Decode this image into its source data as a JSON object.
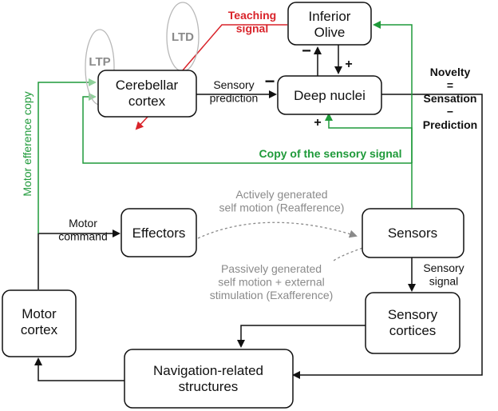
{
  "boxes": {
    "inferior_olive": "Inferior\nOlive",
    "cerebellar_cortex": "Cerebellar\ncortex",
    "deep_nuclei": "Deep nuclei",
    "effectors": "Effectors",
    "sensors": "Sensors",
    "sensory_cortices": "Sensory\ncortices",
    "motor_cortex": "Motor\ncortex",
    "navigation": "Navigation-related\nstructures"
  },
  "ellipses": {
    "ltp": "LTP",
    "ltd": "LTD"
  },
  "labels": {
    "teaching_signal": "Teaching\nsignal",
    "sensory_prediction": "Sensory\nprediction",
    "motor_command": "Motor\ncommand",
    "sensory_signal": "Sensory\nsignal",
    "copy_sensory": "Copy of the sensory signal",
    "motor_efference": "Motor efference copy",
    "reafference": "Actively generated\nself motion (Reafference)",
    "exafference": "Passively generated\nself motion + external\nstimulation (Exafference)",
    "novelty": "Novelty\n=\nSensation\n−\nPrediction"
  },
  "signs": {
    "olive_to_nuclei": "+",
    "nuclei_to_olive": "−",
    "cortex_to_nuclei": "−",
    "copy_to_nuclei": "+"
  },
  "colors": {
    "red": "#d9232a",
    "green": "#1f9a3a",
    "light_green": "#8fd19a",
    "grey": "#8a8a8a",
    "black": "#111111"
  }
}
